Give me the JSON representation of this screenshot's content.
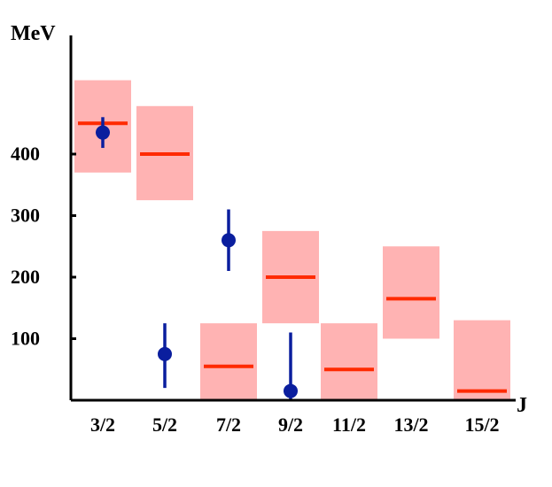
{
  "chart_data": {
    "type": "scatter",
    "title": "",
    "ylabel": "MeV",
    "xlabel": "J",
    "categories": [
      "3/2",
      "5/2",
      "7/2",
      "9/2",
      "11/2",
      "13/2",
      "15/2"
    ],
    "ylim": [
      0,
      600
    ],
    "yticks": [
      100,
      200,
      300,
      400
    ],
    "grid": false,
    "legend": "none",
    "series": [
      {
        "kind": "band",
        "color": "#ffb3b3",
        "line_color": "#ff2a00",
        "points": [
          {
            "category": "3/2",
            "center": 450,
            "low": 370,
            "high": 520
          },
          {
            "category": "5/2",
            "center": 400,
            "low": 325,
            "high": 478
          },
          {
            "category": "7/2",
            "center": 55,
            "low": 0,
            "high": 125
          },
          {
            "category": "9/2",
            "center": 200,
            "low": 125,
            "high": 275
          },
          {
            "category": "11/2",
            "center": 50,
            "low": 0,
            "high": 125
          },
          {
            "category": "13/2",
            "center": 165,
            "low": 100,
            "high": 250
          },
          {
            "category": "15/2",
            "center": 15,
            "low": 0,
            "high": 130
          }
        ]
      },
      {
        "kind": "errorbar",
        "color": "#0a1e9e",
        "points": [
          {
            "category": "3/2",
            "value": 435,
            "low": 410,
            "high": 460
          },
          {
            "category": "5/2",
            "value": 75,
            "low": 20,
            "high": 125
          },
          {
            "category": "7/2",
            "value": 260,
            "low": 210,
            "high": 310
          },
          {
            "category": "9/2",
            "value": 15,
            "low": 0,
            "high": 110
          }
        ]
      }
    ]
  }
}
